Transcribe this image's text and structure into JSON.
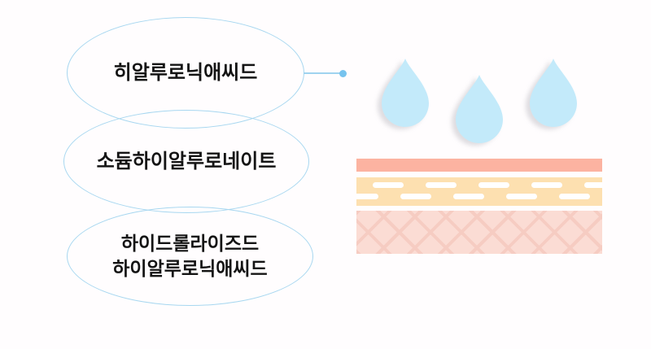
{
  "colors": {
    "background": "#FFFDFE",
    "ellipse_border": "#A7D7F0",
    "connector_line": "#9FD3EF",
    "connector_dot": "#76C3EE",
    "droplet": "#C3EAFA",
    "skin_top": "#FCB3A1",
    "skin_mid": "#FDE0B0",
    "skin_dash": "#FFFFFF",
    "skin_bottom": "#FBDCD4",
    "skin_hatch": "#F6CCC2",
    "text": "#141414"
  },
  "bubbles": [
    {
      "lines": [
        "히알루로닉애씨드"
      ]
    },
    {
      "lines": [
        "소듐하이알루로네이트"
      ]
    },
    {
      "lines": [
        "하이드롤라이즈드",
        "하이알루로닉애씨드"
      ]
    }
  ],
  "illustration": {
    "droplet_icon": "water-drop-icon",
    "droplet_count": 3,
    "skin_layer_count": 3
  }
}
